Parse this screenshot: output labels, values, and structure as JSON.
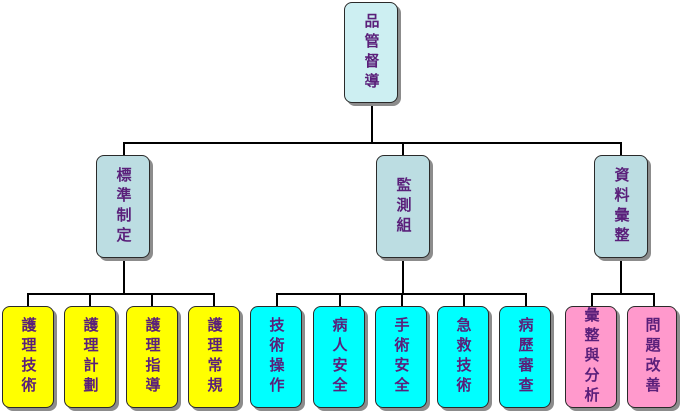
{
  "root": {
    "label": "品管督導"
  },
  "groups": [
    {
      "label": "標準制定",
      "children": [
        "護理技術",
        "護理計劃",
        "護理指導",
        "護理常規"
      ]
    },
    {
      "label": "監測組",
      "children": [
        "技術操作",
        "病人安全",
        "手術安全",
        "急救技術",
        "病歷審查"
      ]
    },
    {
      "label": "資料彙整",
      "children": [
        "彙整與分析",
        "問題改善"
      ]
    }
  ],
  "colors": {
    "root_fill": "#cdeff2",
    "group_fill": "#bcdde2",
    "group1_leaf_fill": "#ffff00",
    "group2_leaf_fill": "#00ffff",
    "group3_leaf_fill": "#ff99cc",
    "text": "#5a1f7a"
  }
}
